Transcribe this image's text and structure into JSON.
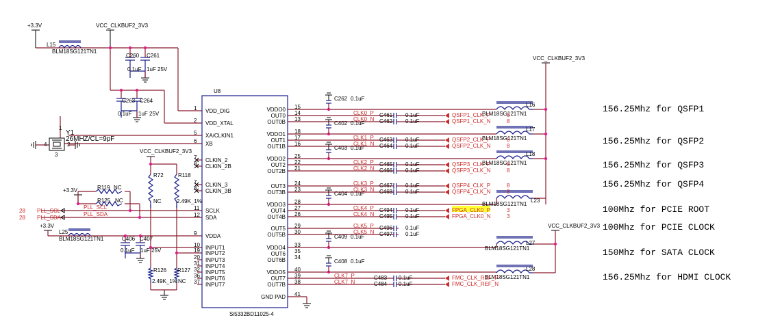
{
  "rails": {
    "p33a": "+3.3V",
    "vcc_top": "VCC_CLKBUF2_3V3",
    "vcc_right_top": "VCC_CLKBUF2_3V3",
    "vcc_mid": "VCC_CLKBUF2_3V3",
    "vcc_right_bot": "VCC_CLKBUF2_3V3",
    "p33b": "+3.3V",
    "p33c": "+3.3V"
  },
  "chip": {
    "ref": "U8",
    "part": "Si5332BD11025-4",
    "left_pins": [
      {
        "num": "1",
        "name": "VDD_DIG"
      },
      {
        "num": "2",
        "name": "VDD_XTAL"
      },
      {
        "num": "5",
        "name": "XA/CLKIN1"
      },
      {
        "num": "6",
        "name": "XB"
      },
      {
        "num": "7",
        "name": "CLKIN_2"
      },
      {
        "num": "8",
        "name": "CLKIN_2B"
      },
      {
        "num": "7",
        "name": "CLKIN_3"
      },
      {
        "num": "8",
        "name": "CLKIN_3B"
      },
      {
        "num": "11",
        "name": "SCLK"
      },
      {
        "num": "12",
        "name": "SDA"
      },
      {
        "num": "9",
        "name": "VDDA"
      },
      {
        "num": "10",
        "name": "INPUT1"
      },
      {
        "num": "19",
        "name": "INPUT2"
      },
      {
        "num": "20",
        "name": "INPUT3"
      },
      {
        "num": "31",
        "name": "INPUT4"
      },
      {
        "num": "32",
        "name": "INPUT5"
      },
      {
        "num": "36",
        "name": "INPUT6"
      },
      {
        "num": "37",
        "name": "INPUT7"
      }
    ],
    "right_pins": [
      {
        "num": "15",
        "name": "VDDO0"
      },
      {
        "num": "14",
        "name": "OUT0"
      },
      {
        "num": "13",
        "name": "OUT0B"
      },
      {
        "num": "18",
        "name": "VDDO1"
      },
      {
        "num": "17",
        "name": "OUT1"
      },
      {
        "num": "16",
        "name": "OUT1B"
      },
      {
        "num": "25",
        "name": "VDDO2"
      },
      {
        "num": "22",
        "name": "OUT2"
      },
      {
        "num": "21",
        "name": "OUT2B"
      },
      {
        "num": "24",
        "name": "OUT3"
      },
      {
        "num": "23",
        "name": "OUT3B"
      },
      {
        "num": "28",
        "name": "VDDO3"
      },
      {
        "num": "27",
        "name": "OUT4"
      },
      {
        "num": "26",
        "name": "OUT4B"
      },
      {
        "num": "29",
        "name": "OUT5"
      },
      {
        "num": "30",
        "name": "OUT5B"
      },
      {
        "num": "33",
        "name": "VDDO4"
      },
      {
        "num": "35",
        "name": "OUT6"
      },
      {
        "num": "34",
        "name": "OUT6B"
      },
      {
        "num": "40",
        "name": "VDDO5"
      },
      {
        "num": "39",
        "name": "OUT7"
      },
      {
        "num": "38",
        "name": "OUT7B"
      },
      {
        "num": "41",
        "name": "GND PAD"
      }
    ]
  },
  "crystal": {
    "ref": "Y1",
    "value": "26MHZ/CL=9pF",
    "pin_1": "1",
    "pin_2": "2",
    "pin_3": "3",
    "pin_4": "4"
  },
  "beads": [
    {
      "ref": "L15",
      "part": "BLM18SG121TN1"
    },
    {
      "ref": "L25",
      "part": "BLM18SG121TN1"
    },
    {
      "ref": "L16",
      "part": "BLM18SG121TN1"
    },
    {
      "ref": "L17",
      "part": "BLM18SG121TN1"
    },
    {
      "ref": "L18",
      "part": "BLM18SG121TN1"
    },
    {
      "ref": "L23",
      "part": "BLM18SG121TN1"
    },
    {
      "ref": "L27",
      "part": "BLM18SG121TN1"
    },
    {
      "ref": "L28",
      "part": "BLM18SG121TN1"
    }
  ],
  "caps_left": [
    {
      "ref": "C260",
      "value": "0.1uF"
    },
    {
      "ref": "C261",
      "value": "1uF 25V"
    },
    {
      "ref": "C263",
      "value": "0.1uF"
    },
    {
      "ref": "C264",
      "value": "1uF 25V"
    },
    {
      "ref": "C406",
      "value": "0.1uF"
    },
    {
      "ref": "C407",
      "value": "1uF 25V"
    }
  ],
  "caps_vdd": [
    {
      "ref": "C262",
      "value": "0.1uF"
    },
    {
      "ref": "C402",
      "value": "0.1uF"
    },
    {
      "ref": "C403",
      "value": "0.1uF"
    },
    {
      "ref": "C404",
      "value": "0.1uF"
    },
    {
      "ref": "C409",
      "value": "0.1uF"
    },
    {
      "ref": "C408",
      "value": "0.1uF"
    }
  ],
  "resistors": [
    {
      "ref": "R72",
      "value": "NC"
    },
    {
      "ref": "R118",
      "value": "2.49K_1%"
    },
    {
      "ref": "R119",
      "value": "NC"
    },
    {
      "ref": "R125",
      "value": "NC"
    },
    {
      "ref": "R126",
      "value": "2.49K_1%"
    },
    {
      "ref": "R127",
      "value": "NC"
    }
  ],
  "i2c": {
    "sheet_scl": "28",
    "sheet_sda": "28",
    "scl_ext": "PLL_SCL",
    "sda_ext": "PLL_SDA",
    "scl_int": "PLL_SCL",
    "sda_int": "PLL_SDA"
  },
  "clk_nets": [
    {
      "net": "CLK0_P",
      "cap": "C461",
      "value": "0.1uF",
      "out": "QSFP1_CLK_P",
      "sheet": "8"
    },
    {
      "net": "CLK0_N",
      "cap": "C462",
      "value": "0.1uF",
      "out": "QSFP1_CLK_N",
      "sheet": "8"
    },
    {
      "net": "CLK1_P",
      "cap": "C463",
      "value": "0.1uF",
      "out": "QSFP2_CLK_P",
      "sheet": "8"
    },
    {
      "net": "CLK1_N",
      "cap": "C464",
      "value": "0.1uF",
      "out": "QSFP2_CLK_N",
      "sheet": "8"
    },
    {
      "net": "CLK2_P",
      "cap": "C465",
      "value": "0.1uF",
      "out": "QSFP3_CLK_P",
      "sheet": "8"
    },
    {
      "net": "CLK2_N",
      "cap": "C466",
      "value": "0.1uF",
      "out": "QSFP3_CLK_N",
      "sheet": "8"
    },
    {
      "net": "CLK3_P",
      "cap": "C467",
      "value": "0.1uF",
      "out": "QSFP4_CLK_P",
      "sheet": "8"
    },
    {
      "net": "CLK3_N",
      "cap": "C468",
      "value": "0.1uF",
      "out": "QSFP4_CLK_N",
      "sheet": "8"
    },
    {
      "net": "CLK4_P",
      "cap": "C494",
      "value": "0.1uF",
      "out": "FPGA_CLK0_P",
      "sheet": "3"
    },
    {
      "net": "CLK4_N",
      "cap": "C495",
      "value": "0.1uF",
      "out": "FPGA_CLK0_N",
      "sheet": "3"
    },
    {
      "net": "CLK5_P",
      "cap": "C496",
      "value": "0.1uF",
      "out": "",
      "sheet": ""
    },
    {
      "net": "CLK5_N",
      "cap": "C497",
      "value": "0.1uF",
      "out": "",
      "sheet": ""
    },
    {
      "net": "CLK7_P",
      "cap": "C483",
      "value": "0.1uF",
      "out": "FMC_CLK_REF_P",
      "sheet": ""
    },
    {
      "net": "CLK7_N",
      "cap": "C484",
      "value": "0.1uF",
      "out": "FMC_CLK_REF_N",
      "sheet": ""
    }
  ],
  "notes": [
    "156.25Mhz for QSFP1",
    "156.25Mhz for QSFP2",
    "156.25Mhz for QSFP3",
    "156.25Mhz for QSFP4",
    "100Mhz for PCIE ROOT",
    "100Mhz for PCIE CLOCK",
    "150Mhz for SATA CLOCK",
    "156.25Mhz for HDMI CLOCK"
  ]
}
